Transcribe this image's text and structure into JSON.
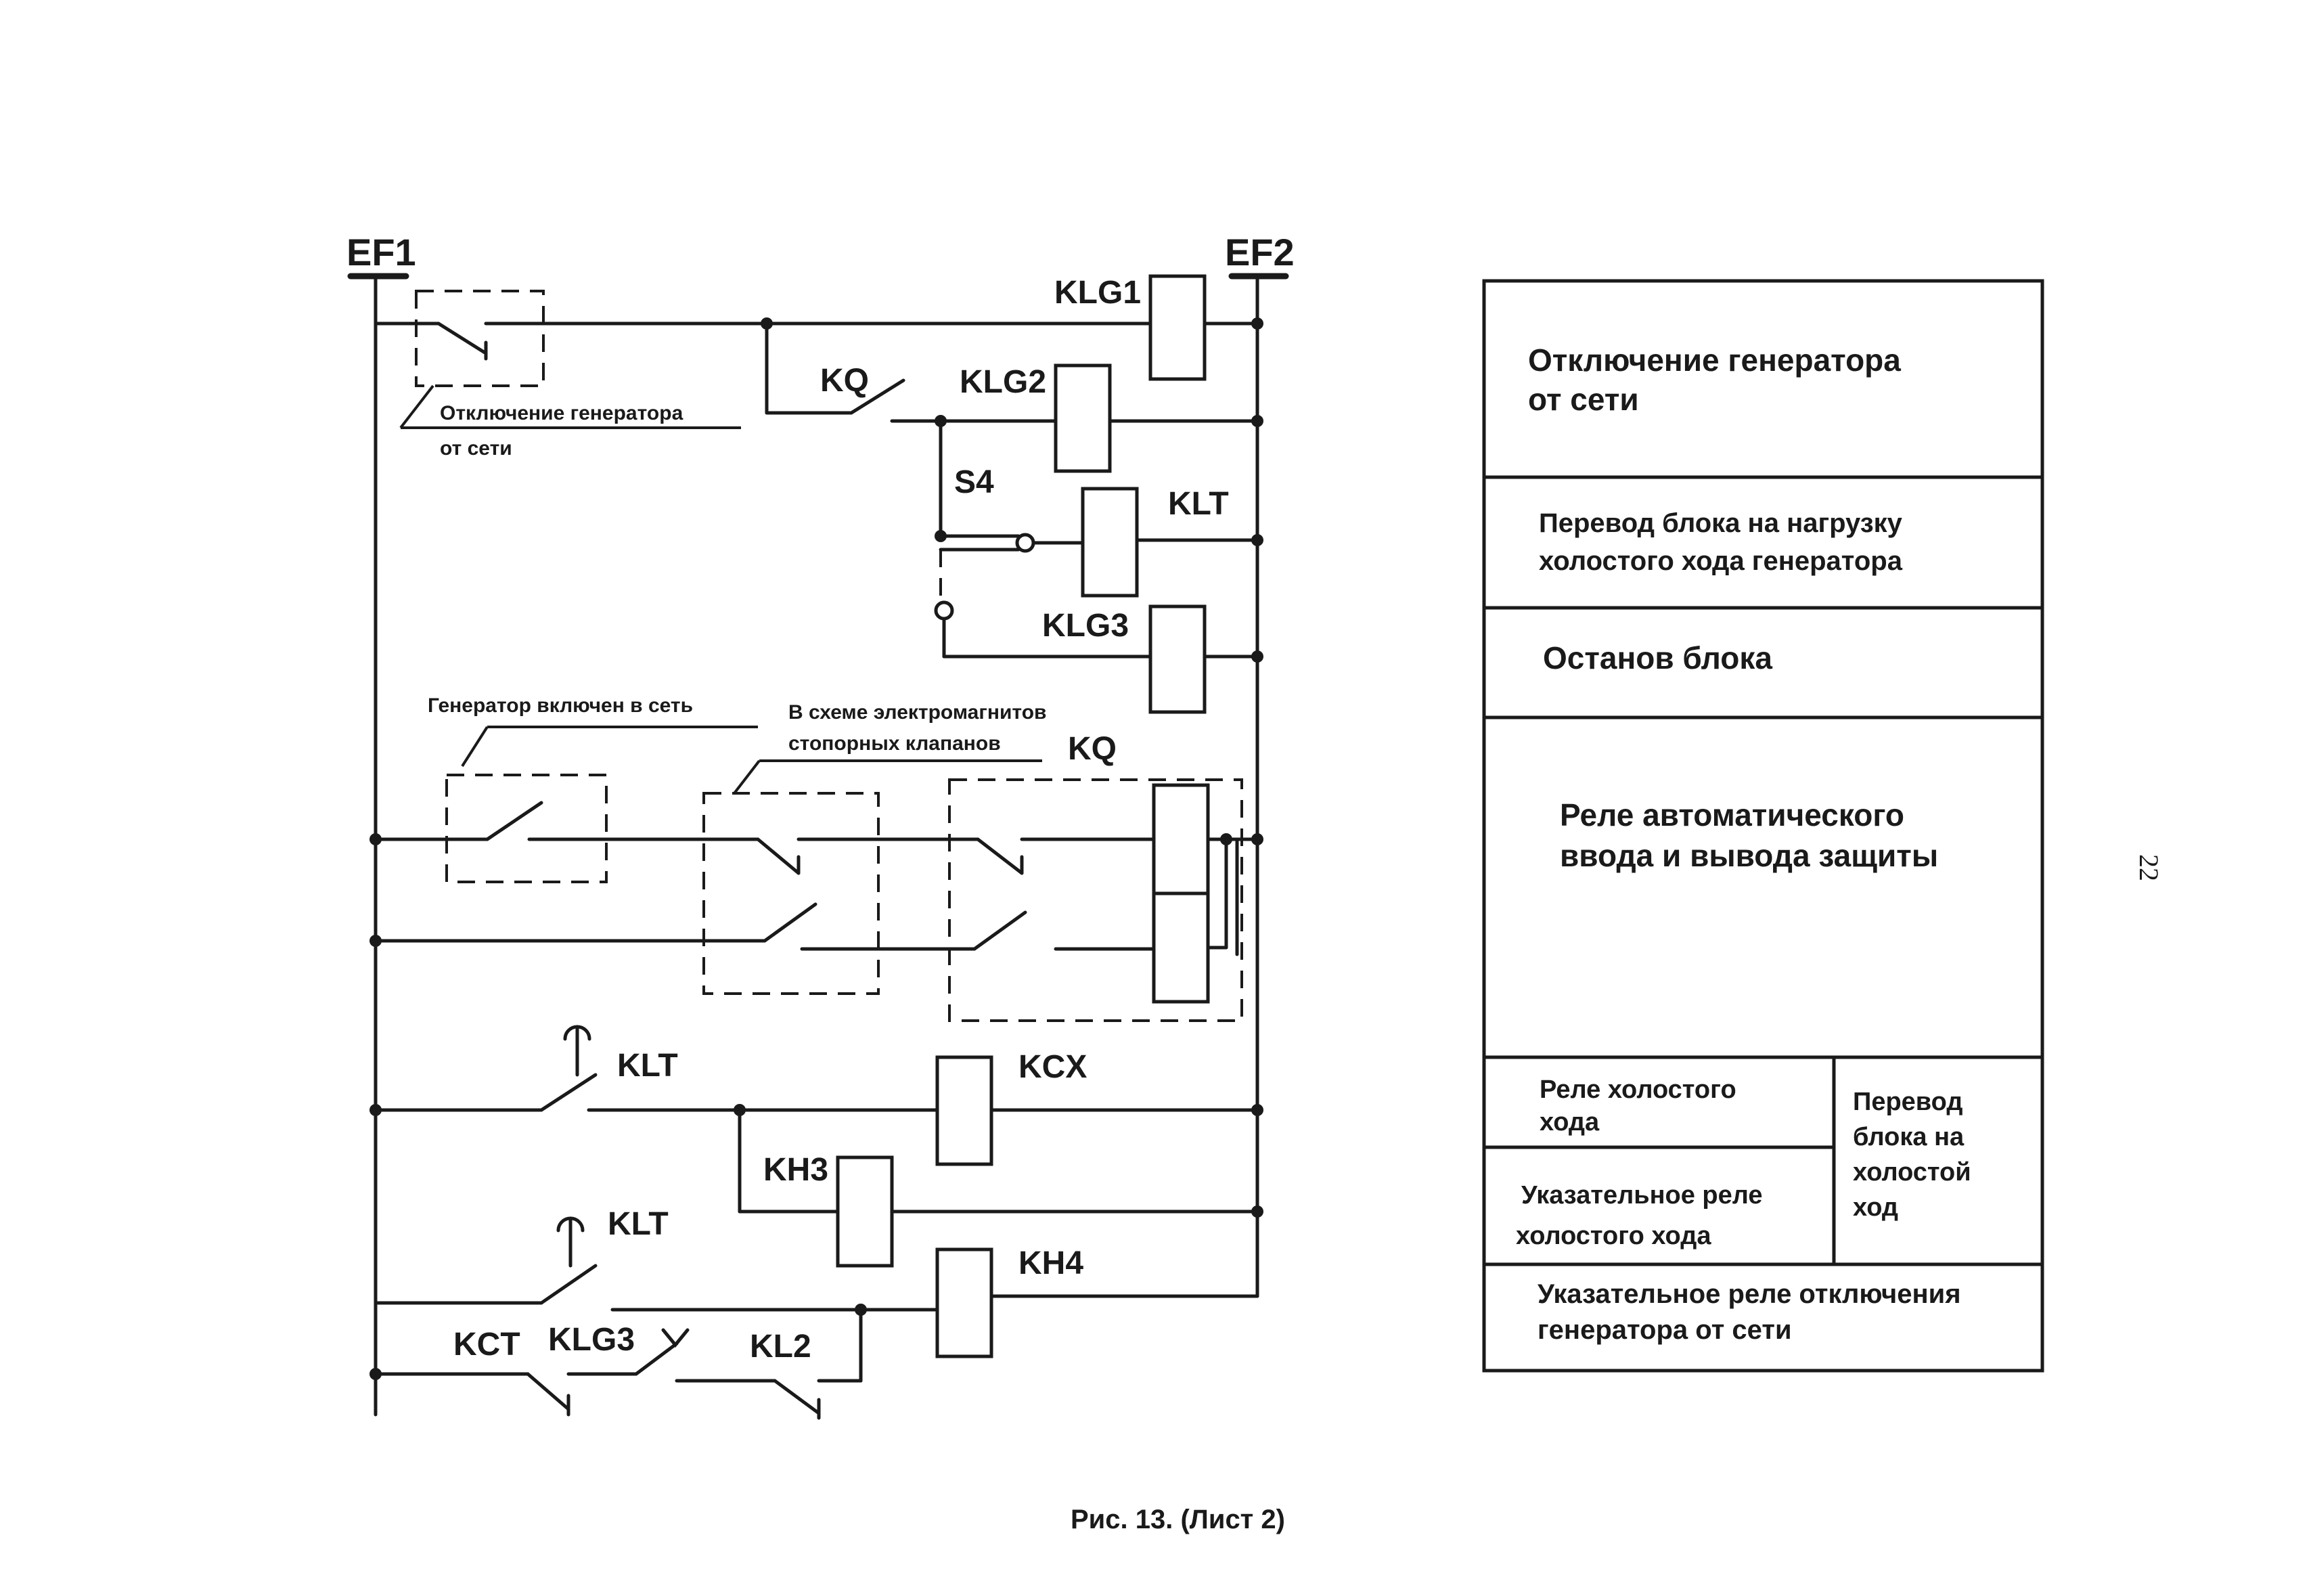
{
  "diagram": {
    "rails": {
      "left": "EF1",
      "right": "EF2"
    },
    "coils": {
      "klg1": "KLG1",
      "klg2": "KLG2",
      "klt": "KLT",
      "klg3": "KLG3",
      "kq": "KQ",
      "kcx": "KCX",
      "kh3": "KH3",
      "kh4": "KH4"
    },
    "contacts": {
      "kq": "KQ",
      "s4": "S4",
      "klt_1": "KLT",
      "klt_2": "KLT",
      "kct": "KCT",
      "klg3": "KLG3",
      "kl2": "KL2"
    },
    "notes": {
      "gen_off_line1": "Отключение  генератора",
      "gen_off_line2": "от сети",
      "gen_on": "Генератор включен в сеть",
      "valves_line1": "В схеме электромагнитов",
      "valves_line2": "стопорных клапанов"
    }
  },
  "legend": {
    "row1_line1": "Отключение генератора",
    "row1_line2": "от сети",
    "row2_line1": "Перевод блока на нагрузку",
    "row2_line2": "холостого хода генератора",
    "row3": "Останов блока",
    "row4_line1": "Реле автоматического",
    "row4_line2": "ввода и вывода защиты",
    "row5a_line1": "Реле холостого",
    "row5a_line2": "хода",
    "row5b_line1": "Указательное реле",
    "row5b_line2": "холостого   хода",
    "row5c_line1": "Перевод",
    "row5c_line2": "блока на",
    "row5c_line3": "холостой",
    "row5c_line4": "ход",
    "row6_line1": "Указательное реле  отключения",
    "row6_line2": "генератора от сети"
  },
  "caption": "Рис. 13. (Лист 2)",
  "page_number": "22"
}
